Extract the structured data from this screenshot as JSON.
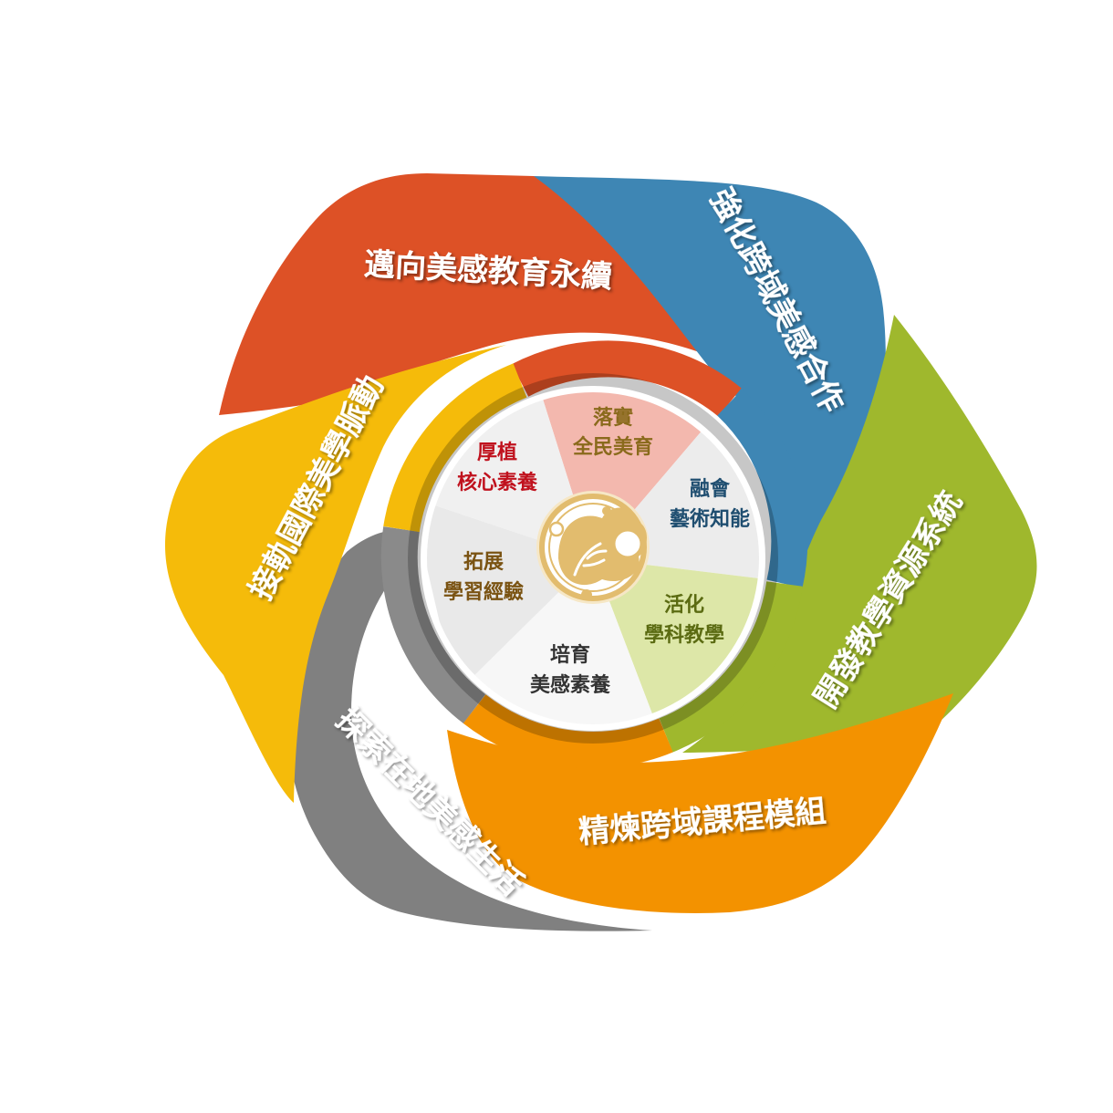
{
  "outer_segments": [
    {
      "id": "red",
      "label": "邁向美感教育永續",
      "color": "#DD5126"
    },
    {
      "id": "blue",
      "label": "強化跨域美感合作",
      "color": "#3E86B4"
    },
    {
      "id": "green",
      "label": "開發教學資源系統",
      "color": "#9FB82D"
    },
    {
      "id": "orange",
      "label": "精煉跨域課程模組",
      "color": "#F39200"
    },
    {
      "id": "gray",
      "label": "探索在地美感生活",
      "color": "#808080"
    },
    {
      "id": "yellow",
      "label": "接軌國際美學脈動",
      "color": "#F5BB0A"
    }
  ],
  "inner_segments": [
    {
      "id": "luoshi",
      "line1": "落實",
      "line2": "全民美育",
      "text_color": "#8A6A1C",
      "fill": "#F3B8AE"
    },
    {
      "id": "ronghui",
      "line1": "融會",
      "line2": "藝術知能",
      "text_color": "#1F4E70",
      "fill": "#ECECEC"
    },
    {
      "id": "huohua",
      "line1": "活化",
      "line2": "學科教學",
      "text_color": "#5B6B12",
      "fill": "#DDE7A8"
    },
    {
      "id": "peiyu",
      "line1": "培育",
      "line2": "美感素養",
      "text_color": "#333333",
      "fill": "#F7F7F7"
    },
    {
      "id": "tuozhan",
      "line1": "拓展",
      "line2": "學習經驗",
      "text_color": "#7A5312",
      "fill": "#E9E9E9"
    },
    {
      "id": "houzhi",
      "line1": "厚植",
      "line2": "核心素養",
      "text_color": "#C0121E",
      "fill": "#F0F0F0"
    }
  ],
  "center_logo": {
    "icon": "aesthetic-education-logo",
    "color": "#E2BC6E"
  }
}
